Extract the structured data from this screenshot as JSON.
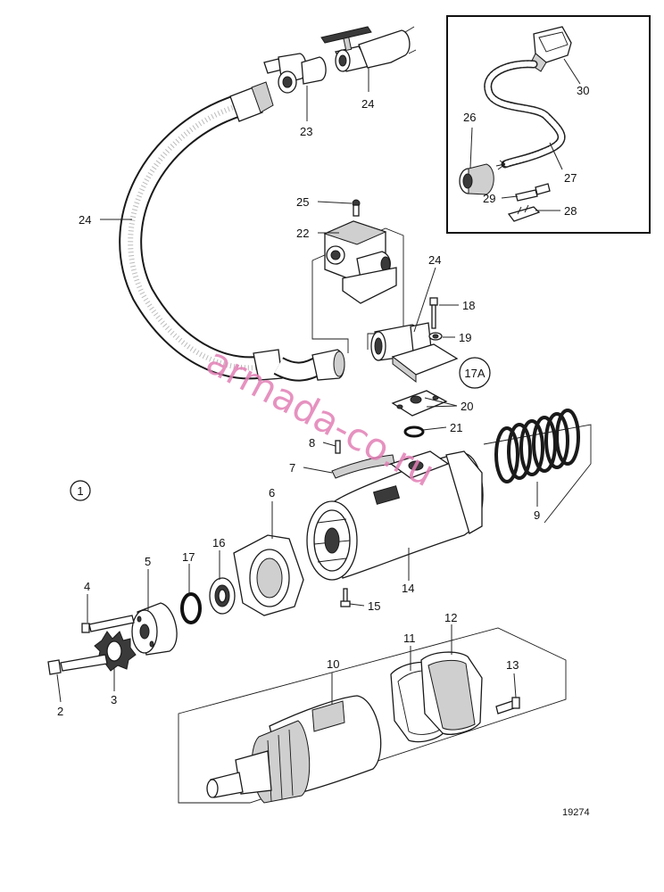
{
  "diagram": {
    "drawing_number": "19274",
    "section_marker": "1",
    "watermark": "armada-co.ru",
    "callouts": {
      "c2": "2",
      "c3": "3",
      "c4": "4",
      "c5": "5",
      "c6": "6",
      "c7": "7",
      "c8": "8",
      "c9": "9",
      "c10": "10",
      "c11": "11",
      "c12": "12",
      "c13": "13",
      "c14": "14",
      "c15": "15",
      "c16": "16",
      "c17": "17",
      "c17a": "17A",
      "c18": "18",
      "c19": "19",
      "c20": "20",
      "c21": "21",
      "c22": "22",
      "c23": "23",
      "c24_top": "24",
      "c24_left": "24",
      "c24_mid": "24",
      "c25": "25",
      "c26": "26",
      "c27": "27",
      "c28": "28",
      "c29": "29",
      "c30": "30"
    }
  }
}
